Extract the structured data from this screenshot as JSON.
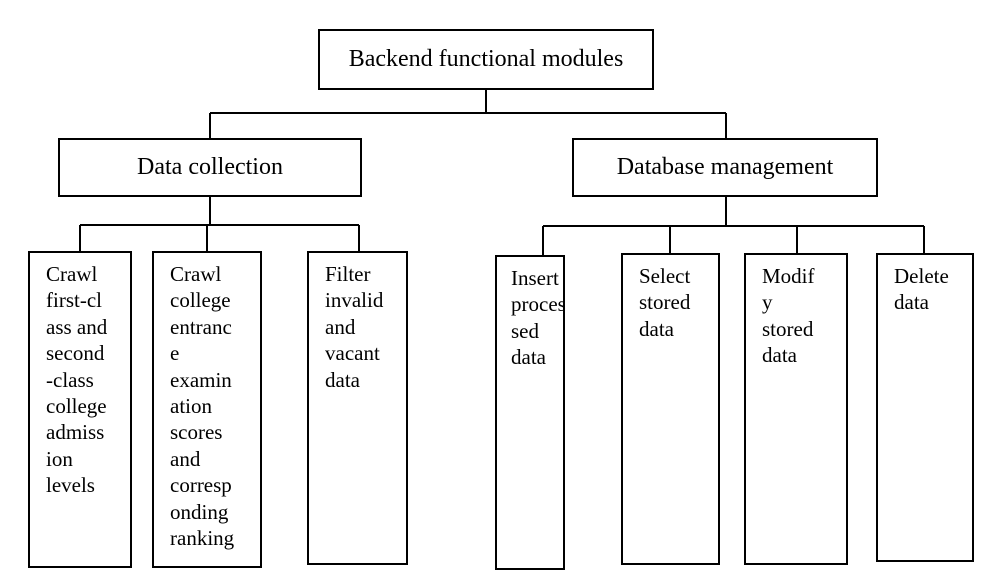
{
  "root": {
    "label": "Backend functional modules"
  },
  "branches": [
    {
      "label": "Data collection",
      "children": [
        "Crawl\nfirst-cl\nass and\nsecond\n-class\ncollege\nadmiss\nion\nlevels",
        "Crawl\ncollege\nentranc\ne\nexamin\nation\nscores\nand\ncorresp\nonding\nranking",
        "Filter\ninvalid\nand\nvacant\ndata"
      ]
    },
    {
      "label": "Database management",
      "children": [
        "Insert\nproces\nsed\ndata",
        "Select\nstored\ndata",
        "Modif\ny\nstored\ndata",
        "Delete\ndata"
      ]
    }
  ],
  "colors": {
    "line": "#000000",
    "box_border": "#000000",
    "background": "#ffffff",
    "text": "#000000"
  }
}
